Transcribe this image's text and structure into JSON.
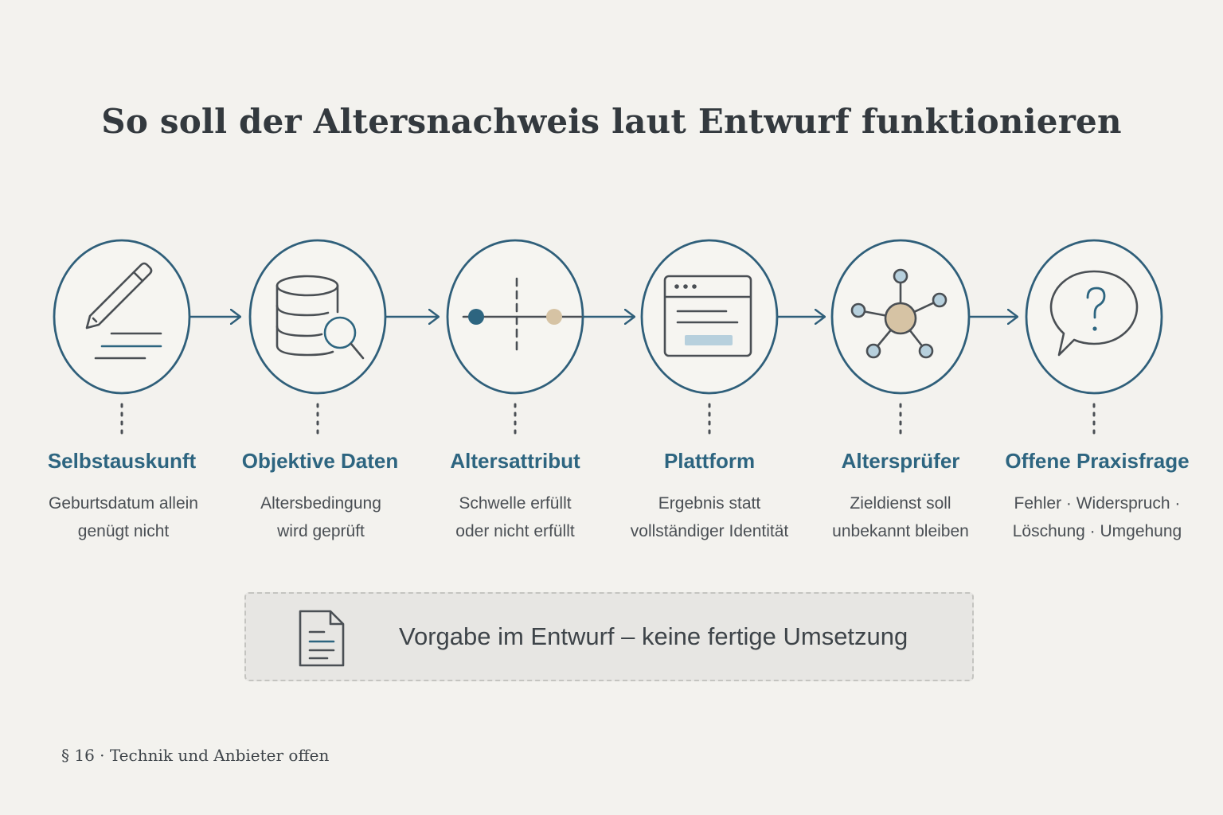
{
  "title": "So soll der Altersnachweis laut Entwurf funktionieren",
  "colors": {
    "background": "#f3f2ee",
    "accent": "#2d6580",
    "circle_stroke": "#2f5f7a",
    "icon_stroke": "#4a4f54",
    "sand": "#d6c3a4",
    "light_blue": "#b7d0dd"
  },
  "steps": [
    {
      "icon": "pencil-icon",
      "label": "Selbstauskunft",
      "desc": [
        "Geburtsdatum allein",
        "genügt nicht"
      ]
    },
    {
      "icon": "database-search-icon",
      "label": "Objektive Daten",
      "desc": [
        "Altersbedingung",
        "wird geprüft"
      ]
    },
    {
      "icon": "threshold-icon",
      "label": "Altersattribut",
      "desc": [
        "Schwelle erfüllt",
        "oder nicht erfüllt"
      ]
    },
    {
      "icon": "browser-window-icon",
      "label": "Plattform",
      "desc": [
        "Ergebnis statt",
        "vollständiger Identität"
      ]
    },
    {
      "icon": "network-hub-icon",
      "label": "Altersprüfer",
      "desc": [
        "Zieldienst soll",
        "unbekannt bleiben"
      ]
    },
    {
      "icon": "question-bubble-icon",
      "label": "Offene Praxisfrage",
      "desc": [
        "Fehler · Widerspruch ·",
        "Löschung · Umgehung"
      ]
    }
  ],
  "note": {
    "icon": "document-icon",
    "text": "Vorgabe im Entwurf – keine fertige Umsetzung"
  },
  "footer": "§ 16 · Technik und Anbieter offen"
}
